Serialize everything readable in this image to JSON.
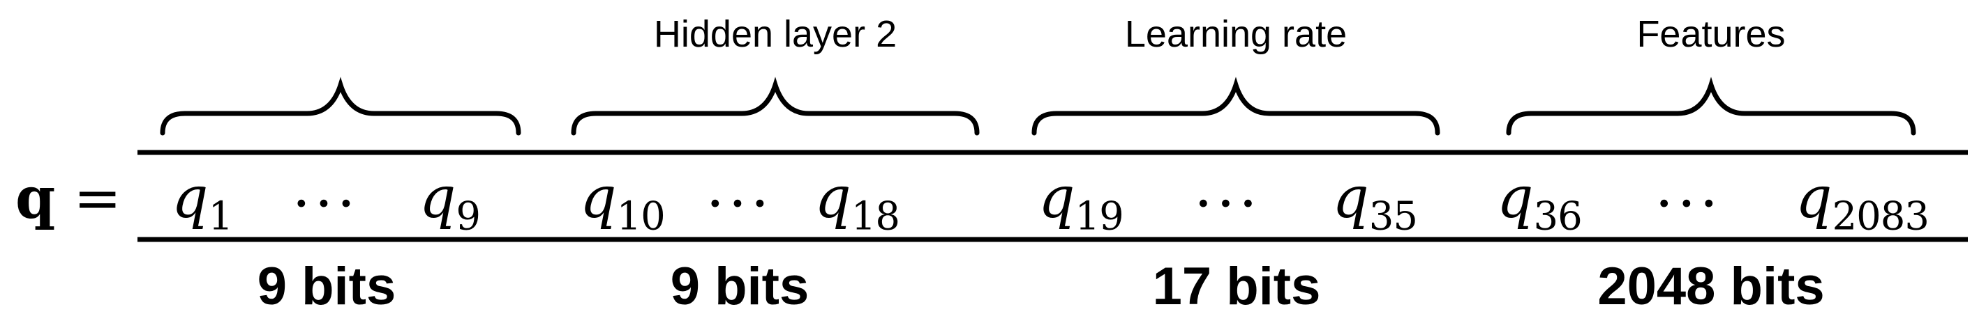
{
  "figure": {
    "equation": {
      "lhs_symbol": "q",
      "equals": "="
    },
    "segments": [
      {
        "label": "",
        "var": "q",
        "start_sub": "1",
        "dots": "···",
        "end_sub": "9",
        "bits": "9 bits"
      },
      {
        "label": "Hidden layer 2",
        "var": "q",
        "start_sub": "10",
        "dots": "···",
        "end_sub": "18",
        "bits": "9 bits"
      },
      {
        "label": "Learning rate",
        "var": "q",
        "start_sub": "19",
        "dots": "···",
        "end_sub": "35",
        "bits": "17 bits"
      },
      {
        "label": "Features",
        "var": "q",
        "start_sub": "36",
        "dots": "···",
        "end_sub": "2083",
        "bits": "2048 bits"
      }
    ],
    "colors": {
      "ink": "#000000",
      "background": "#ffffff"
    }
  }
}
